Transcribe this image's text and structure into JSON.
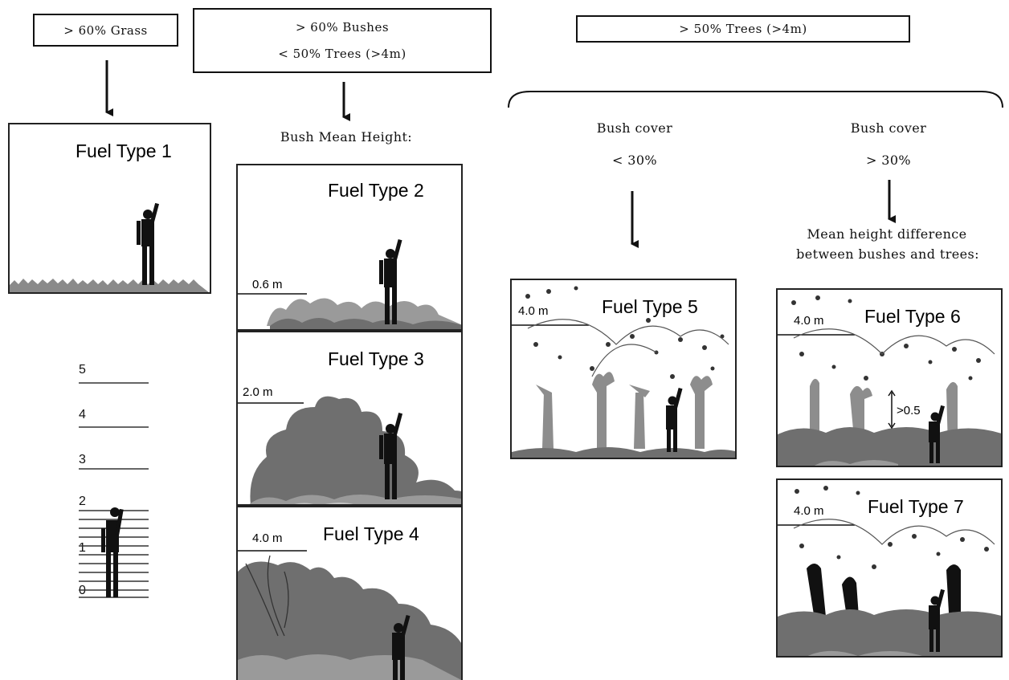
{
  "headers": {
    "grass": ">  60%  Grass",
    "bushes_line1": ">  60%  Bushes",
    "bushes_line2": "<  50%  Trees  (>4m)",
    "trees": ">  50%  Trees  (>4m)"
  },
  "labels": {
    "bush_mean_height": "Bush Mean Height:",
    "bush_cover": "Bush cover",
    "bush_cover_low": "<  30%",
    "bush_cover_high": ">  30%",
    "mean_height_diff_line1": "Mean height difference",
    "mean_height_diff_line2": "between bushes and trees:"
  },
  "fuel_types": [
    {
      "title": "Fuel Type 1"
    },
    {
      "title": "Fuel Type 2",
      "height_label": "0.6 m"
    },
    {
      "title": "Fuel Type 3",
      "height_label": "2.0 m"
    },
    {
      "title": "Fuel Type 4",
      "height_label": "4.0 m"
    },
    {
      "title": "Fuel Type 5",
      "height_label": "4.0 m"
    },
    {
      "title": "Fuel Type 6",
      "height_label": "4.0 m",
      "diff_label": ">0.5"
    },
    {
      "title": "Fuel Type 7",
      "height_label": "4.0 m"
    }
  ],
  "scale": {
    "ticks": [
      "5",
      "4",
      "3",
      "2",
      "1",
      "0"
    ]
  },
  "colors": {
    "bush_dark": "#6f6f6f",
    "bush_mid": "#9a9a9a",
    "bush_light": "#c4c4c4",
    "trunk_gray": "#8d8d8d",
    "figure": "#111111"
  }
}
